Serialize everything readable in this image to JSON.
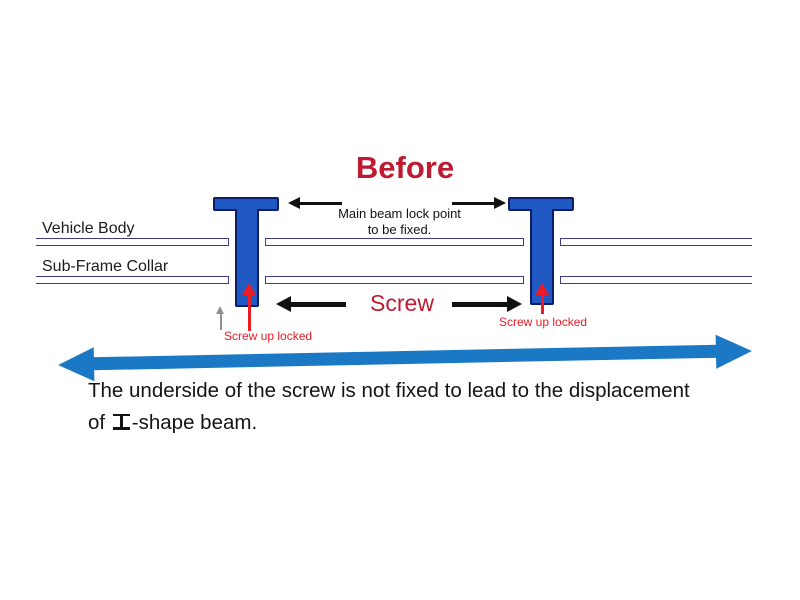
{
  "title": "Before",
  "note": {
    "line1": "Main beam lock point",
    "line2": "to be fixed."
  },
  "rails": {
    "vehicle_body": "Vehicle Body",
    "sub_frame_collar": "Sub-Frame Collar"
  },
  "screw": {
    "label": "Screw",
    "up_locked_left": "Screw up locked",
    "up_locked_right": "Screw up locked"
  },
  "caption": {
    "line1": "The underside of the screw is not fixed to lead to the displacement",
    "line2_pre": "of ",
    "ibeam_char": "工",
    "line2_post": "-shape beam."
  },
  "colors": {
    "title_red": "#c01a33",
    "accent_red": "#ed1c24",
    "screw_blue": "#2059c4",
    "screw_outline": "#0e1e66",
    "beam_arrow_blue": "#1b78c4",
    "plate_line": "#3c3c88",
    "text": "#141414"
  }
}
